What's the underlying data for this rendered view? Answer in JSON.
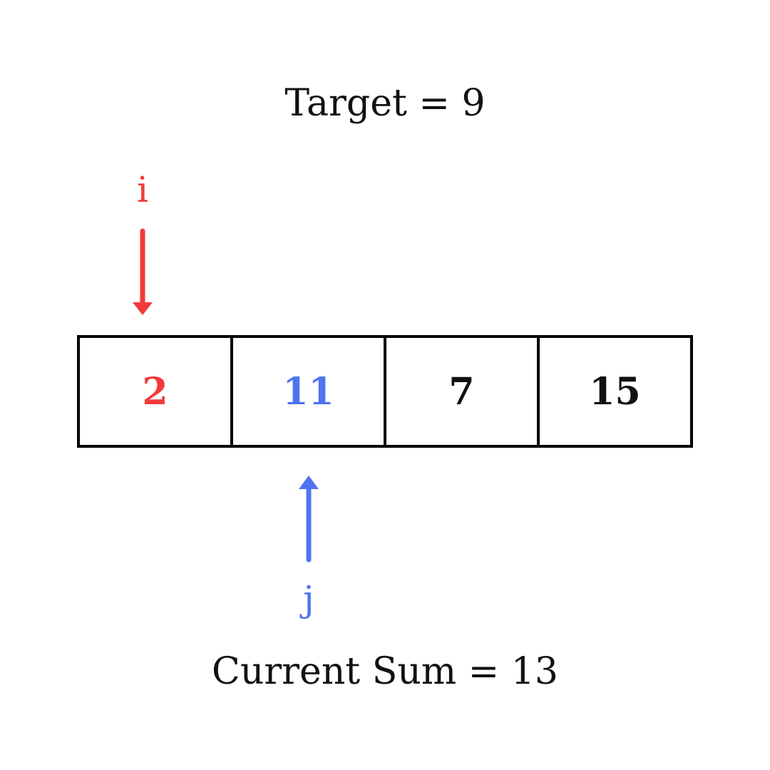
{
  "target_label": "Target = 9",
  "current_sum_label": "Current Sum = 13",
  "array": [
    {
      "value": "2",
      "highlight": "i"
    },
    {
      "value": "11",
      "highlight": "j"
    },
    {
      "value": "7",
      "highlight": ""
    },
    {
      "value": "15",
      "highlight": ""
    }
  ],
  "pointers": {
    "i": {
      "label": "i",
      "index": 0,
      "direction": "down",
      "color": "#F33A3A"
    },
    "j": {
      "label": "j",
      "index": 1,
      "direction": "up",
      "color": "#4F74F0"
    }
  },
  "colors": {
    "default_text": "#111111",
    "cell_border": "#000000"
  }
}
